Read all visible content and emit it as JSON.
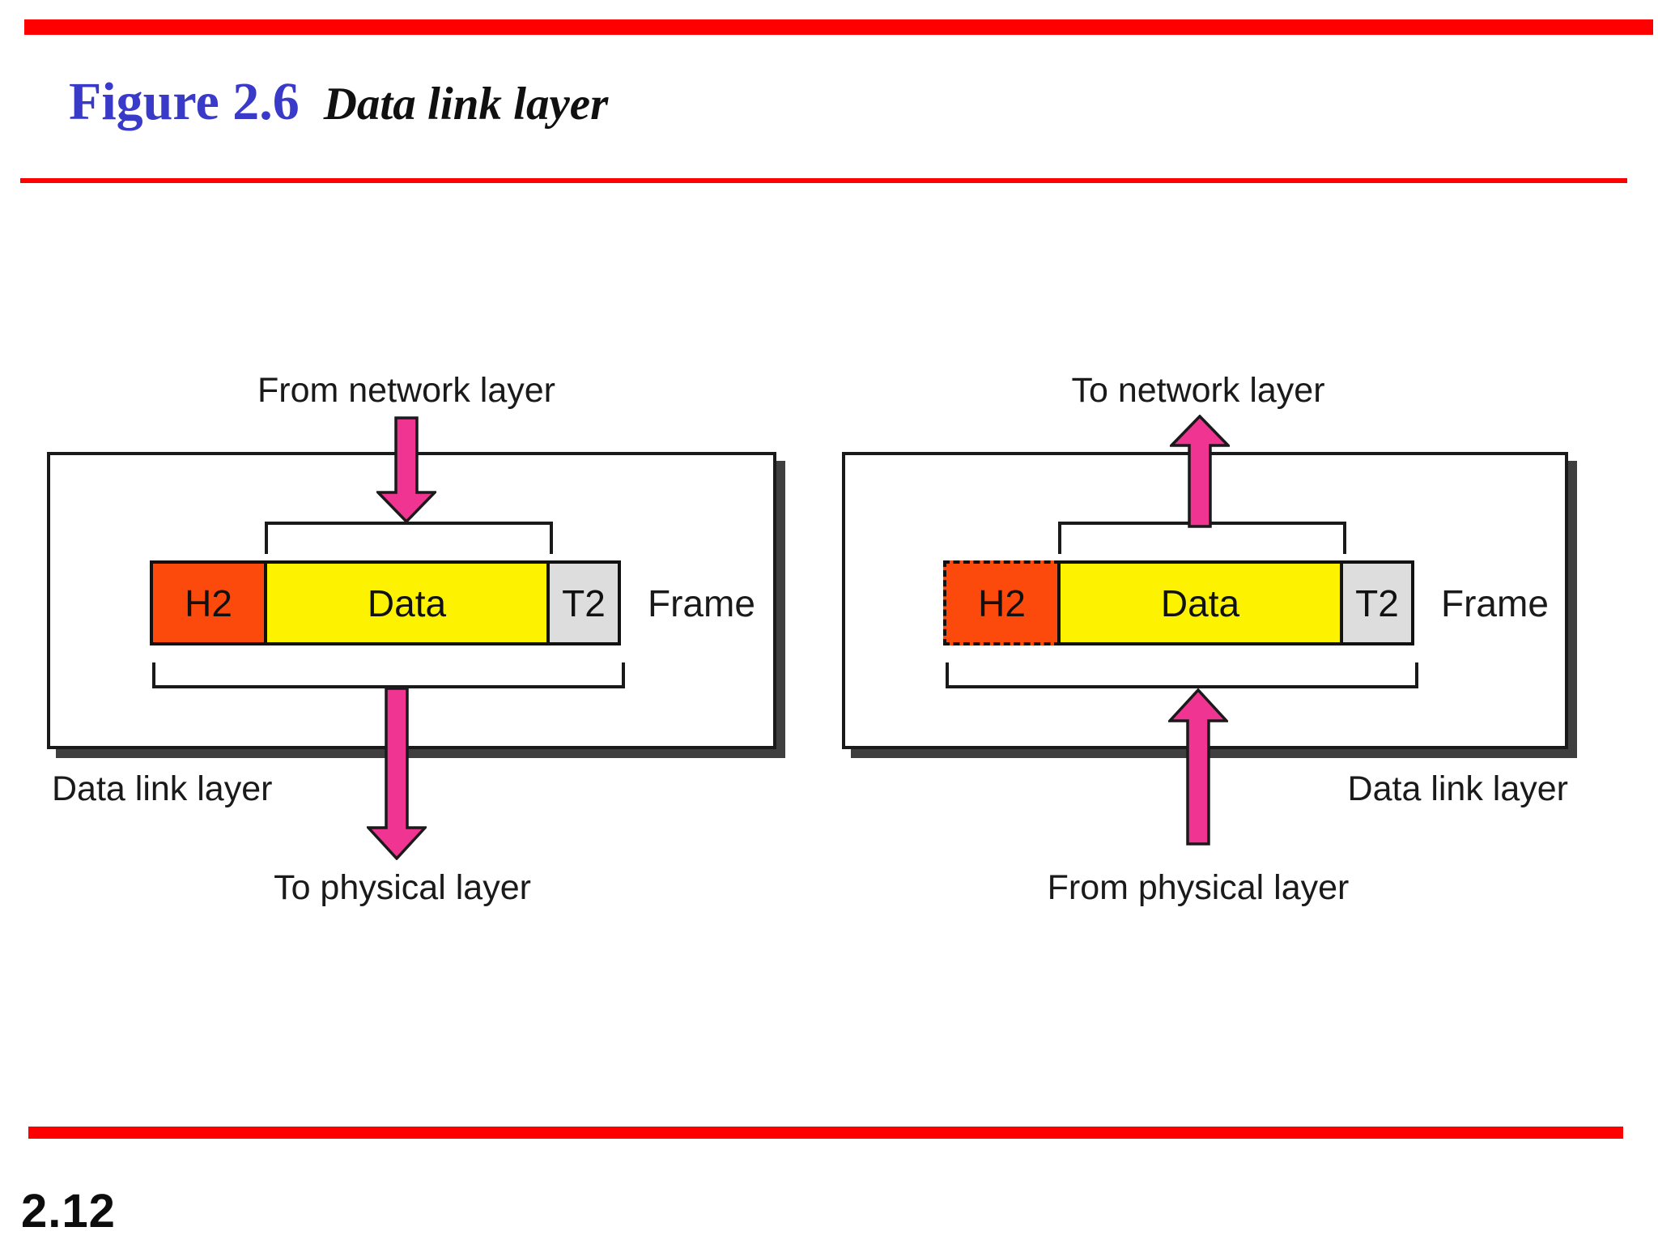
{
  "slide": {
    "title_figure": "Figure 2.6",
    "title_text": "Data link layer",
    "page_number": "2.12"
  },
  "colors": {
    "accent_red": "#FF0000",
    "title_blue": "#3A3AC8",
    "arrow_pink": "#EF3492",
    "h2_orange": "#FB4A0B",
    "data_yellow": "#FDF300",
    "t2_gray": "#DDDDDD",
    "ink": "#1A1A1A",
    "shadow_gray": "#3F3F3F"
  },
  "left_diagram": {
    "top_label": "From network layer",
    "bottom_label": "To physical layer",
    "layer_label": "Data link layer",
    "frame_label": "Frame",
    "frame_cells": [
      {
        "label": "H2"
      },
      {
        "label": "Data"
      },
      {
        "label": "T2"
      }
    ]
  },
  "right_diagram": {
    "top_label": "To network layer",
    "bottom_label": "From physical layer",
    "layer_label": "Data link layer",
    "frame_label": "Frame",
    "frame_cells": [
      {
        "label": "H2"
      },
      {
        "label": "Data"
      },
      {
        "label": "T2"
      }
    ]
  }
}
